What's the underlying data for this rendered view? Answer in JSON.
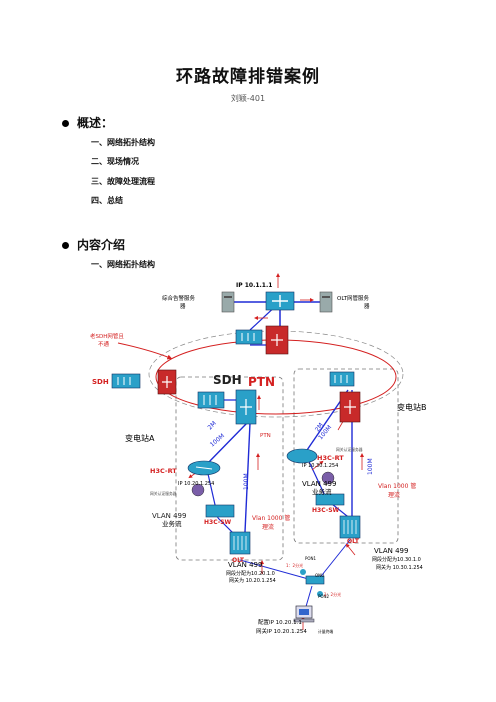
{
  "doc": {
    "title": "环路故障排错案例",
    "author": "刘颖-401",
    "sections": [
      {
        "label": "概述：",
        "items": [
          "一、网络拓扑结构",
          "二、现场情况",
          "三、故障处理流程",
          "四、总结"
        ]
      },
      {
        "label": "内容介绍",
        "items": [
          "一、网络拓扑结构"
        ]
      }
    ]
  },
  "diagram": {
    "ip_top": "IP 10.1.1.1",
    "server_left": [
      "综合告警服务",
      "器"
    ],
    "server_right": [
      "OLT网管服务",
      "器"
    ],
    "note_left": [
      "老SDH网管且",
      "不通"
    ],
    "sdh_node": "SDH",
    "ring_sdh": "SDH",
    "ring_ptn": "PTN",
    "station_a": "变电站A",
    "station_b": "变电站B",
    "ptn_label": "PTN",
    "link_2m": "2M",
    "link_100m": "100M",
    "a_rt": "H3C-RT",
    "a_ip": "IP 10.20.1.254",
    "a_small": "网关认证服务器",
    "a_vlan": "VLAN 499",
    "a_vlan_sub": "业务流",
    "a_sw": "H3C-SW",
    "a_vlan1000": [
      "Vlan 1000 管",
      "理流"
    ],
    "olt_a": "OLT",
    "b_rt": "H3C-RT",
    "b_ip": "IP 10.30.1.254",
    "b_small": "网关认证服务器",
    "b_vlan": "VLAN 499",
    "b_vlan_sub": "业务流",
    "b_sw": "H3C-SW",
    "b_vlan1000": [
      "Vlan 1000 管",
      "理流"
    ],
    "olt_b": "OLT",
    "bl_vlan": "VLAN 499",
    "bl_net": "网段分配为10.20.1.0",
    "bl_gw": "网关为 10.20.1.254",
    "br_vlan": "VLAN 499",
    "br_net": "网段分配为10.30.1.0",
    "br_gw": "网关为 10.30.1.254",
    "pon1": "PON1",
    "pon2": "PON2",
    "split1": "1：2分光",
    "split2": "1：2分光",
    "onu": "ONU",
    "pc_ip": "配置IP 10.20.1.1",
    "pc_gw": "网关IP 10.20.1.254",
    "pc_small": "计量终端"
  },
  "colors": {
    "blue_link": "#1f2bd6",
    "red": "#d42020",
    "cyan_device": "#2aa0c8",
    "red_device": "#c82a2a"
  }
}
